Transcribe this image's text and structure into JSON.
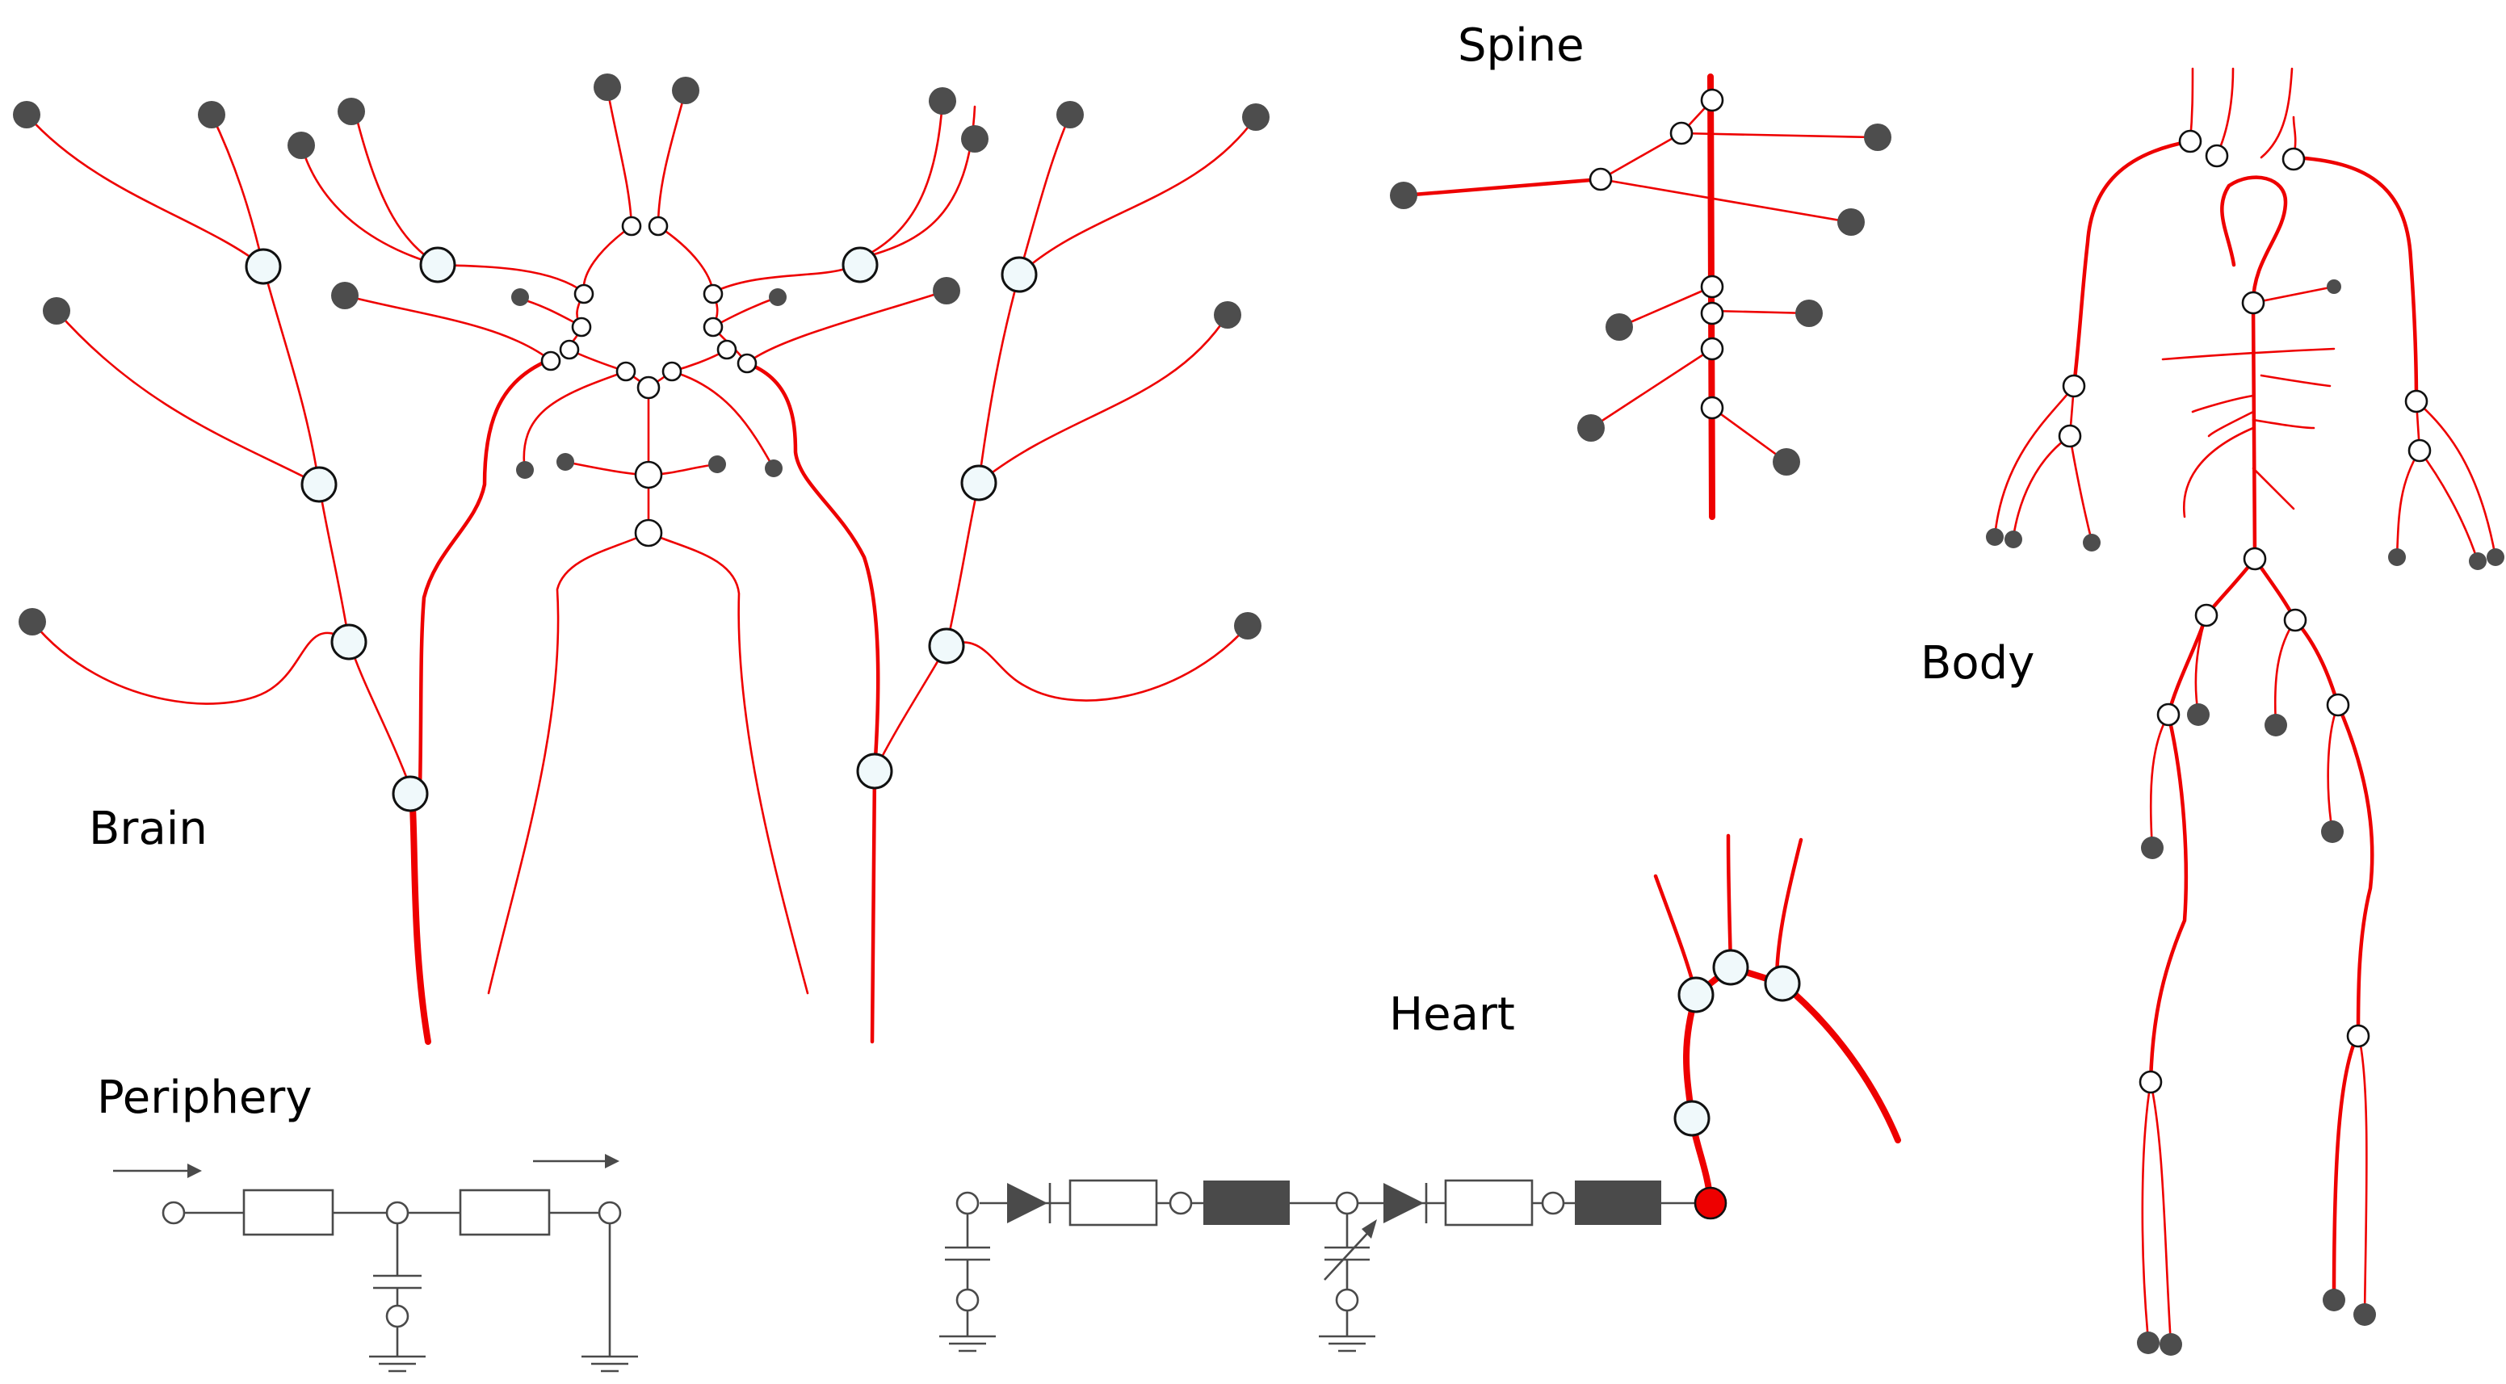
{
  "labels": {
    "brain": "Brain",
    "spine": "Spine",
    "body": "Body",
    "heart": "Heart",
    "periphery": "Periphery"
  },
  "colors": {
    "vessel": "#ee0000",
    "terminal": "#4d4d4d",
    "junction_fill": "#f0f9fb",
    "junction_stroke": "#111111",
    "circuit": "#4a4a4a",
    "heart_node": "#ee0000"
  }
}
